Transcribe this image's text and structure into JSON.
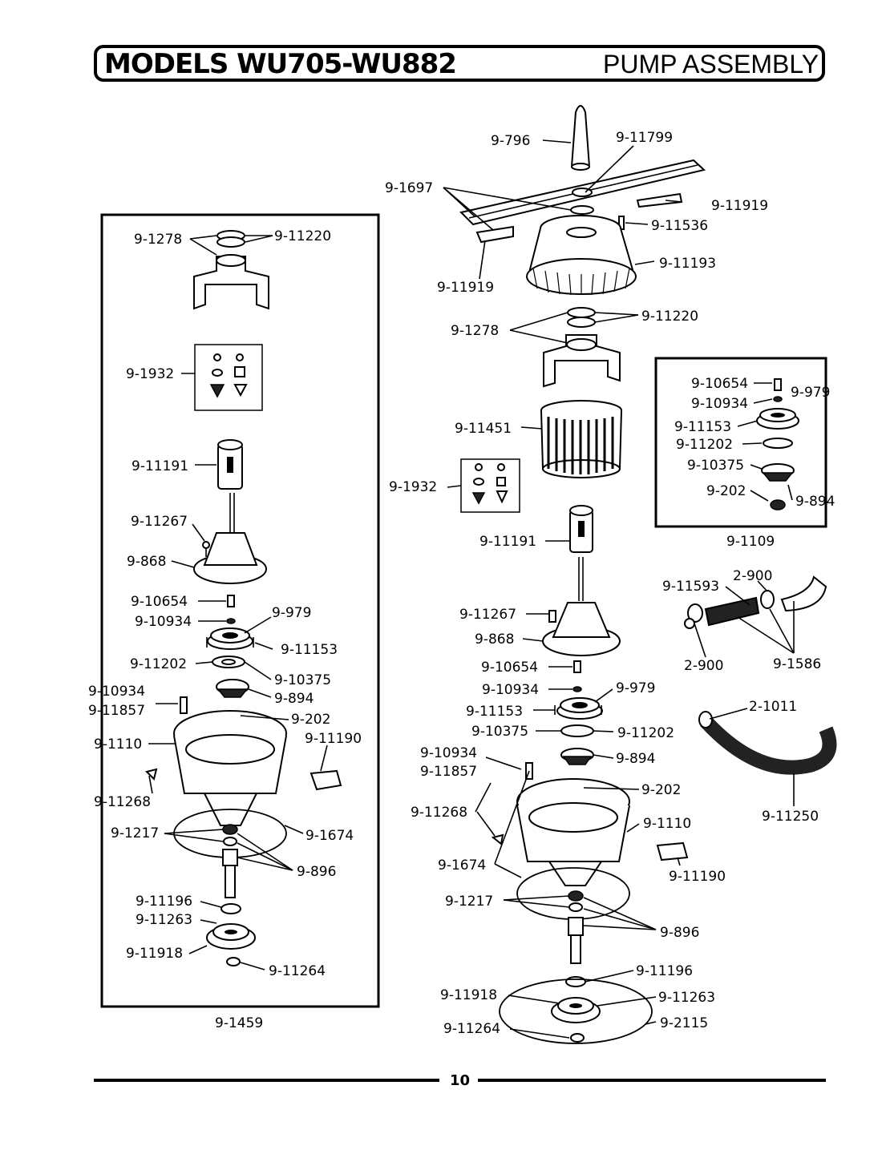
{
  "header": {
    "models": "MODELS WU705-WU882",
    "section": "PUMP ASSEMBLY"
  },
  "page_number": "10",
  "labels": [
    "9-1278",
    "9-11220",
    "9-1932",
    "9-11191",
    "9-11267",
    "9-868",
    "9-10654",
    "9-10934",
    "9-979",
    "9-11153",
    "9-11202",
    "9-10375",
    "9-894",
    "9-10934",
    "9-11857",
    "9-202",
    "9-1110",
    "9-11190",
    "9-11268",
    "9-1217",
    "9-1674",
    "9-896",
    "9-11196",
    "9-11263",
    "9-11918",
    "9-11264",
    "9-1459",
    "9-796",
    "9-11799",
    "9-1697",
    "9-11919",
    "9-11536",
    "9-11193",
    "9-11919",
    "9-1278",
    "9-11220",
    "9-11451",
    "9-1932",
    "9-11191",
    "9-11267",
    "9-868",
    "9-10654",
    "9-10934",
    "9-979",
    "9-11153",
    "9-11202",
    "9-10375",
    "9-894",
    "9-10934",
    "9-11857",
    "9-202",
    "9-11268",
    "9-1110",
    "9-11190",
    "9-1674",
    "9-1217",
    "9-896",
    "9-11196",
    "9-11918",
    "9-11263",
    "9-11264",
    "9-2115",
    "9-10654",
    "9-10934",
    "9-979",
    "9-11153",
    "9-11202",
    "9-10375",
    "9-202",
    "9-894",
    "9-1109",
    "9-11593",
    "2-900",
    "2-900",
    "9-1586",
    "2-1011",
    "9-11250"
  ]
}
